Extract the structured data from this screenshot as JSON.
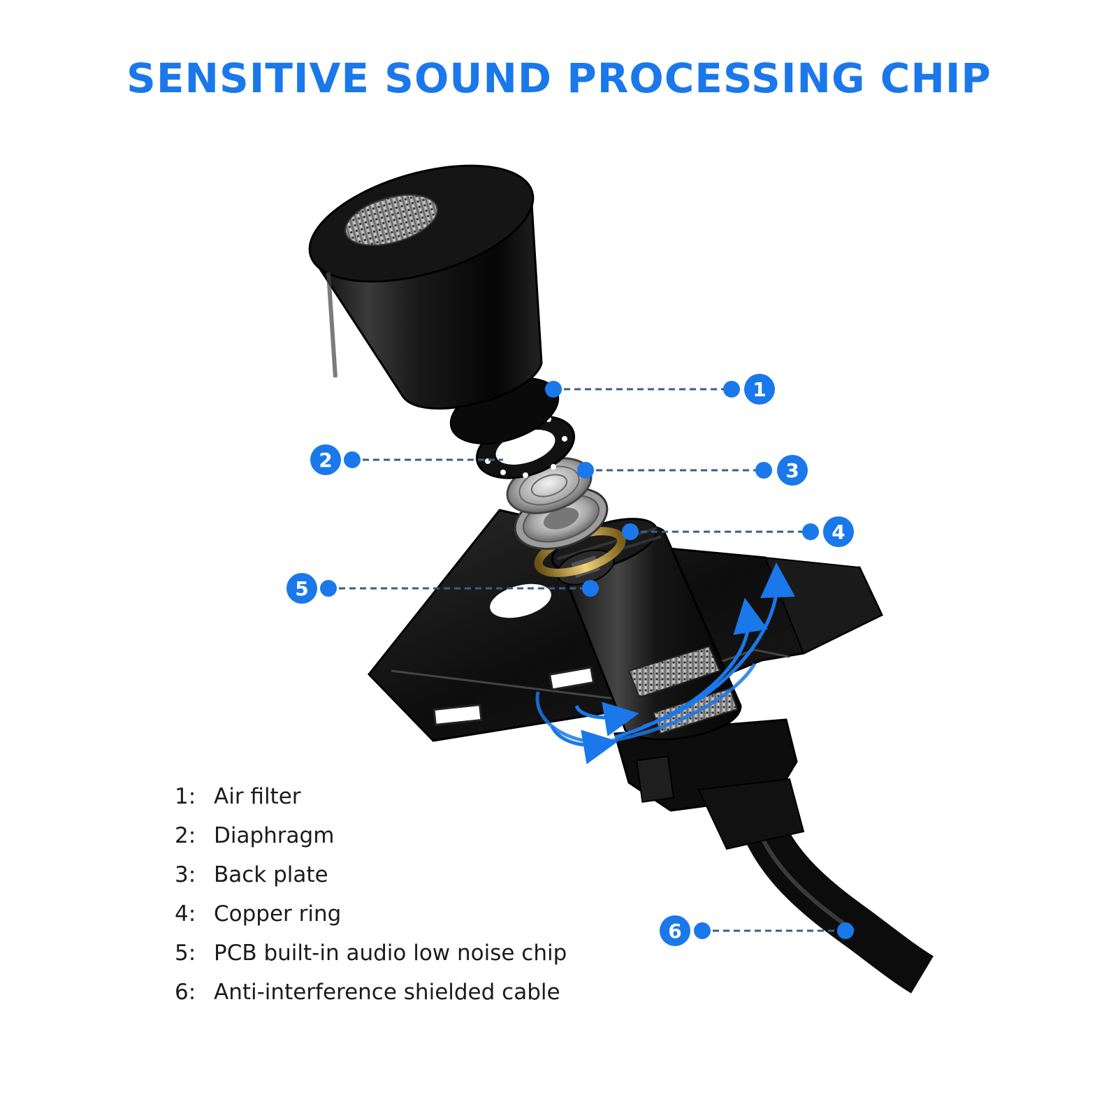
{
  "title": "SENSITIVE SOUND PROCESSING CHIP",
  "colors": {
    "accent": "#1a78ea",
    "leader": "#3a5f86",
    "text": "#1b1b1b"
  },
  "callouts": [
    {
      "number": "1"
    },
    {
      "number": "2"
    },
    {
      "number": "3"
    },
    {
      "number": "4"
    },
    {
      "number": "5"
    },
    {
      "number": "6"
    }
  ],
  "legend": [
    {
      "number": "1:",
      "label": "Air filter"
    },
    {
      "number": "2:",
      "label": "Diaphragm"
    },
    {
      "number": "3:",
      "label": "Back plate"
    },
    {
      "number": "4:",
      "label": "Copper ring"
    },
    {
      "number": "5:",
      "label": "PCB built-in audio low noise chip"
    },
    {
      "number": "6:",
      "label": "Anti-interference shielded cable"
    }
  ]
}
